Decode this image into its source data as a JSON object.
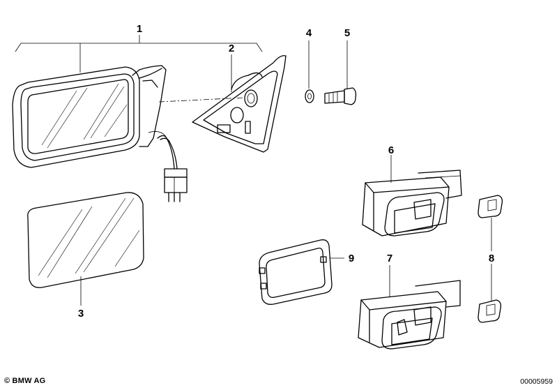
{
  "callouts": [
    {
      "id": "1",
      "label": "1"
    },
    {
      "id": "2",
      "label": "2"
    },
    {
      "id": "3",
      "label": "3"
    },
    {
      "id": "4",
      "label": "4"
    },
    {
      "id": "5",
      "label": "5"
    },
    {
      "id": "6",
      "label": "6"
    },
    {
      "id": "7",
      "label": "7"
    },
    {
      "id": "8",
      "label": "8"
    },
    {
      "id": "9",
      "label": "9"
    }
  ],
  "footer": {
    "copyright": "© BMW AG",
    "diagram_number": "00005959"
  }
}
